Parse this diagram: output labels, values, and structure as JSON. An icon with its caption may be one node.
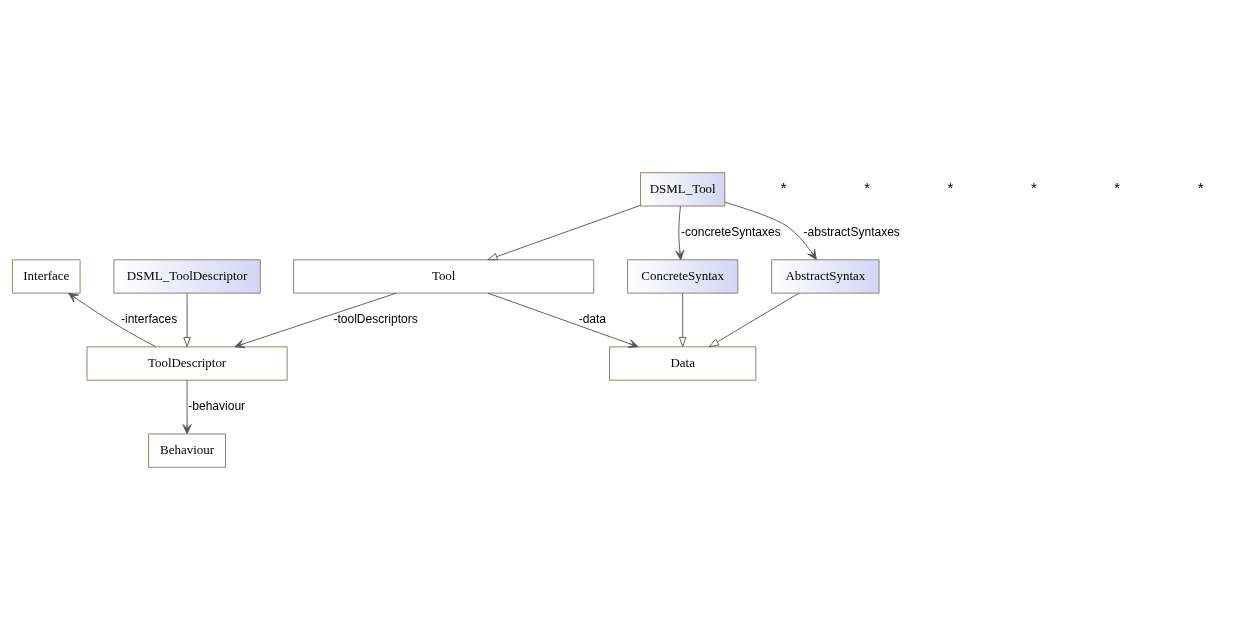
{
  "diagram": {
    "nodes": [
      {
        "text": [
          "Tool"
        ]
      },
      {
        "text": [
          "Interface"
        ]
      },
      {
        "text": [
          "DSML_Tool"
        ]
      },
      {
        "text": [
          "ToolDescriptor"
        ]
      },
      {
        "text": [
          "Data"
        ]
      },
      {
        "text": [
          "DSML_ToolDescriptor"
        ]
      },
      {
        "text": [
          "ConcreteSyntax"
        ]
      },
      {
        "text": [
          "AbstractSyntax"
        ]
      },
      {
        "text": [
          "Behaviour"
        ]
      }
    ],
    "edges": [
      {
        "from": 2,
        "to": 0,
        "arrow": "to"
      },
      {
        "from": 0,
        "to": 4,
        "arrow": "to",
        "label": "-data"
      },
      {
        "from": 0,
        "to": 3,
        "arrow": "to",
        "label": "-toolDescriptors"
      },
      {
        "from": 3,
        "to": 1,
        "arrow": "to",
        "label": "-interfaces"
      },
      {
        "from": 3,
        "to": 8,
        "arrow": "to",
        "label": "-behaviour"
      },
      {
        "from": 5,
        "to": 3,
        "arrow": "to"
      },
      {
        "from": 2,
        "to": 6,
        "arrow": "to",
        "label": "-concreteSyntaxes"
      },
      {
        "from": 6,
        "to": 4,
        "arrow": "to"
      },
      {
        "from": 7,
        "to": 4,
        "arrow": "to"
      },
      {
        "from": 2,
        "to": 7,
        "arrow": "to",
        "label": "-abstractSyntaxes"
      }
    ],
    "labels": [
      "*",
      "*",
      "*",
      "*",
      "*",
      "*"
    ]
  }
}
